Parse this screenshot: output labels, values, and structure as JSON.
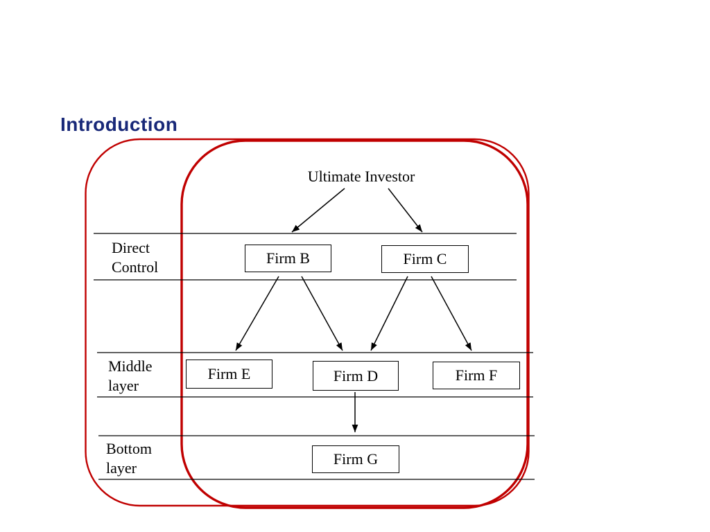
{
  "slide": {
    "title": "Introduction"
  },
  "diagram": {
    "root": "Ultimate Investor",
    "row_labels": [
      {
        "line1": "Direct",
        "line2": "Control"
      },
      {
        "line1": "Middle",
        "line2": "layer"
      },
      {
        "line1": "Bottom",
        "line2": "layer"
      }
    ],
    "firms": {
      "b": "Firm B",
      "c": "Firm C",
      "e": "Firm E",
      "d": "Firm D",
      "f": "Firm F",
      "g": "Firm G"
    },
    "edges": [
      "Ultimate Investor -> Firm B",
      "Ultimate Investor -> Firm C",
      "Firm B -> Firm E",
      "Firm B -> Firm D",
      "Firm C -> Firm D",
      "Firm C -> Firm F",
      "Firm D -> Firm G"
    ],
    "colors": {
      "boundary_outline": "#c00000",
      "title_text": "#182878",
      "diagram_lines": "#000000"
    }
  }
}
